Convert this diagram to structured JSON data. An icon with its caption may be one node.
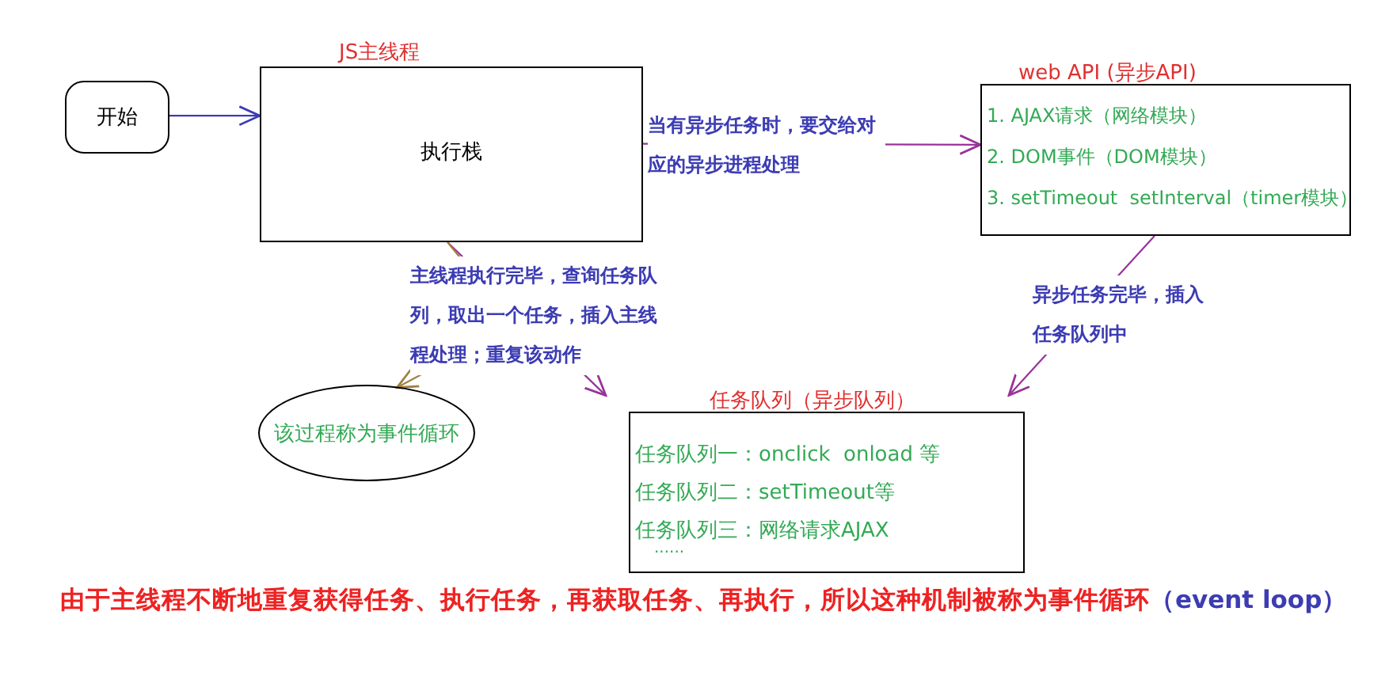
{
  "diagram": {
    "nodes": [
      {
        "text": [
          "开始"
        ]
      },
      {
        "text": [
          "JS主线程",
          "执行栈"
        ]
      },
      {
        "text": [
          "web API (异步API)",
          "1. AJAX请求（网络模块）",
          "2. DOM事件（DOM模块）",
          "3. setTimeout  setInterval（timer模块）"
        ]
      },
      {
        "text": [
          "任务队列（异步队列）",
          "任务队列一：onclick  onload 等",
          "任务队列二：setTimeout等",
          "任务队列三：网络请求AJAX",
          "......"
        ]
      },
      {
        "text": [
          "该过程称为事件循环"
        ]
      }
    ],
    "edges": [
      {
        "from": 0,
        "to": 1,
        "arrow": "to",
        "color": "#3c3cb4"
      },
      {
        "from": 1,
        "to": 2,
        "arrow": "to",
        "label": "当有异步任务时，要交给对应的异步进程处理"
      },
      {
        "from": 1,
        "to": 3,
        "arrow": "to",
        "label": "主线程执行完毕，查询任务队列，取出一个任务，插入主线程处理；重复该动作"
      },
      {
        "from": 2,
        "to": 3,
        "arrow": "to",
        "label": "异步任务完毕，插入任务队列中"
      },
      {
        "from": 1,
        "to": 4,
        "arrow": "to",
        "color": "#a08040"
      }
    ],
    "labels": [
      "由于主线程不断地重复获得任务、执行任务，再获取任务、再执行，所以这种机制被称为事件循环",
      "（event loop）"
    ]
  }
}
